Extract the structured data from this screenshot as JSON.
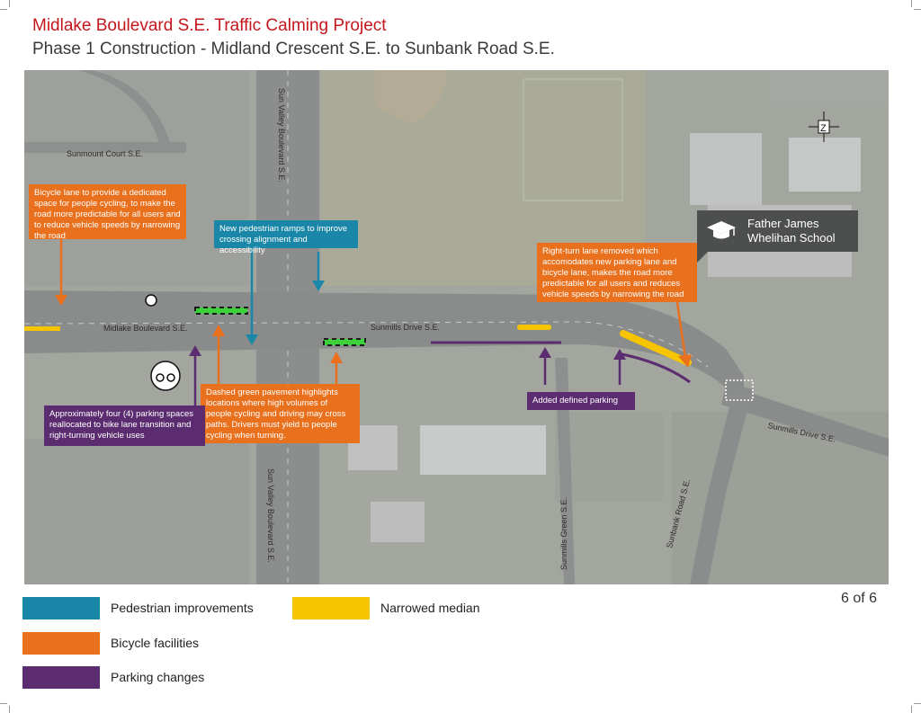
{
  "header": {
    "title": "Midlake Boulevard S.E. Traffic Calming Project",
    "subtitle": "Phase 1 Construction - Midland Crescent S.E. to Sunbank Road S.E."
  },
  "map": {
    "streets": {
      "sunmount_court": "Sunmount Court S.E.",
      "midlake_blvd": "Midlake Boulevard S.E.",
      "sun_valley_blvd_north": "Sun Valley Boulevard S.E.",
      "sun_valley_blvd_south": "Sun Valley Boulevard S.E.",
      "sunmills_drive_west": "Sunmills Drive S.E.",
      "sunmills_drive_east": "Sunmills Drive S.E.",
      "sunmills_green": "Sunmills Green S.E.",
      "sunbank_road": "Sunbank Road S.E."
    },
    "school": "Father James Whelihan School",
    "north_arrow_icon": "north-arrow-icon",
    "callouts": {
      "bike_lane": "Bicycle lane to provide a dedicated space for people cycling, to make the road more predictable for all users and to reduce vehicle speeds by narrowing the road",
      "ped_ramps": "New pedestrian ramps to improve crossing alignment and accessibility",
      "right_turn": "Right-turn lane removed which accomodates new parking lane and bicycle lane, makes the road more predictable for all users and  reduces vehicle speeds by narrowing the road",
      "dashed_green": "Dashed green pavement highlights locations where high volumes of people cycling and driving may cross paths. Drivers must yield to people cycling when turning.",
      "parking_spaces": "Approximately four (4) parking spaces reallocated to bike lane transition and right-turning vehicle uses",
      "added_parking": "Added defined parking"
    }
  },
  "legend": [
    {
      "label": "Pedestrian improvements",
      "color": "#1b87a8"
    },
    {
      "label": "Bicycle facilities",
      "color": "#e9701d"
    },
    {
      "label": "Parking changes",
      "color": "#5b2c6f"
    },
    {
      "label": "Narrowed median",
      "color": "#f6c400"
    }
  ],
  "page_number": "6 of 6"
}
